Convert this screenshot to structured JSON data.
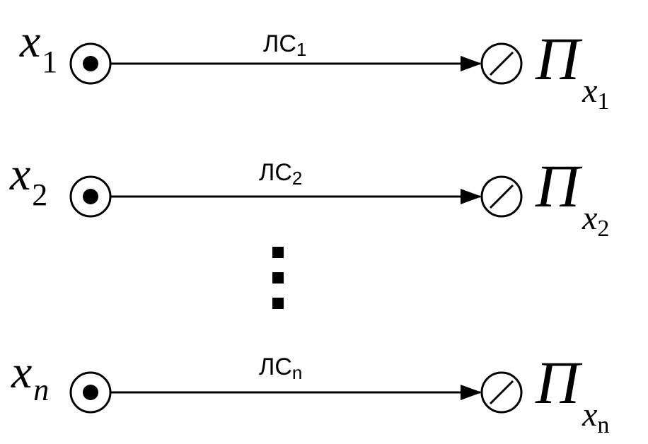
{
  "diagram": {
    "colors": {
      "stroke": "#000000",
      "background": "#ffffff"
    },
    "channels": [
      {
        "source": {
          "symbol": "x",
          "index": "1"
        },
        "label": {
          "base": "ЛС",
          "index": "1"
        },
        "receiver": {
          "symbol": "П",
          "sub_symbol": "x",
          "sub_index": "1"
        }
      },
      {
        "source": {
          "symbol": "x",
          "index": "2"
        },
        "label": {
          "base": "ЛС",
          "index": "2"
        },
        "receiver": {
          "symbol": "П",
          "sub_symbol": "x",
          "sub_index": "2"
        }
      },
      {
        "source": {
          "symbol": "x",
          "index": "n"
        },
        "label": {
          "base": "ЛС",
          "index": "n"
        },
        "receiver": {
          "symbol": "П",
          "sub_symbol": "x",
          "sub_index": "n"
        }
      }
    ],
    "ellipsis_icon": "vertical-ellipsis"
  }
}
